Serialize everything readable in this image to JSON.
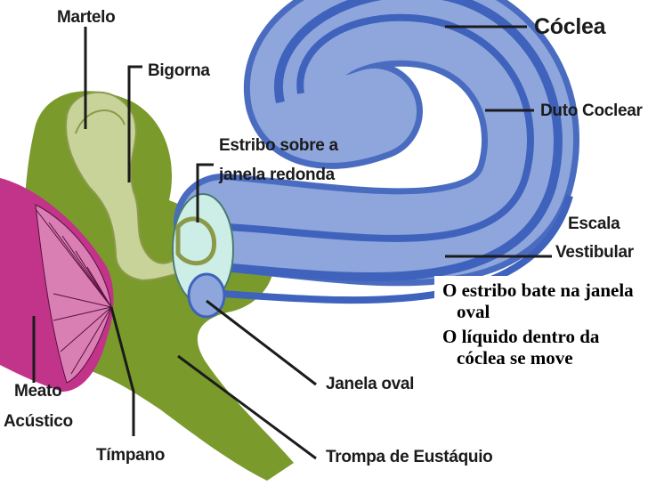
{
  "labels": {
    "martelo": "Martelo",
    "bigorna": "Bigorna",
    "estribo_line1": "Estribo sobre a",
    "estribo_line2": "janela redonda",
    "coclea": "Cóclea",
    "duto_coclear": "Duto Coclear",
    "escala_line1": "Escala",
    "escala_line2": "Vestibular",
    "janela_oval": "Janela oval",
    "meato_line1": "Meato",
    "meato_line2": "Acústico",
    "timpano": "Tímpano",
    "trompa": "Trompa de Eustáquio"
  },
  "note": {
    "items": [
      "O estribo bate na janela oval",
      "O líquido dentro da cóclea se move"
    ]
  },
  "colors": {
    "bone_green": "#7a9b2b",
    "ossicle": "#c8d39a",
    "canal_pink": "#c2338a",
    "cochlea_light": "#8ea6dc",
    "cochlea_dark": "#3f63bd",
    "window_cyan": "#cdeee6"
  }
}
